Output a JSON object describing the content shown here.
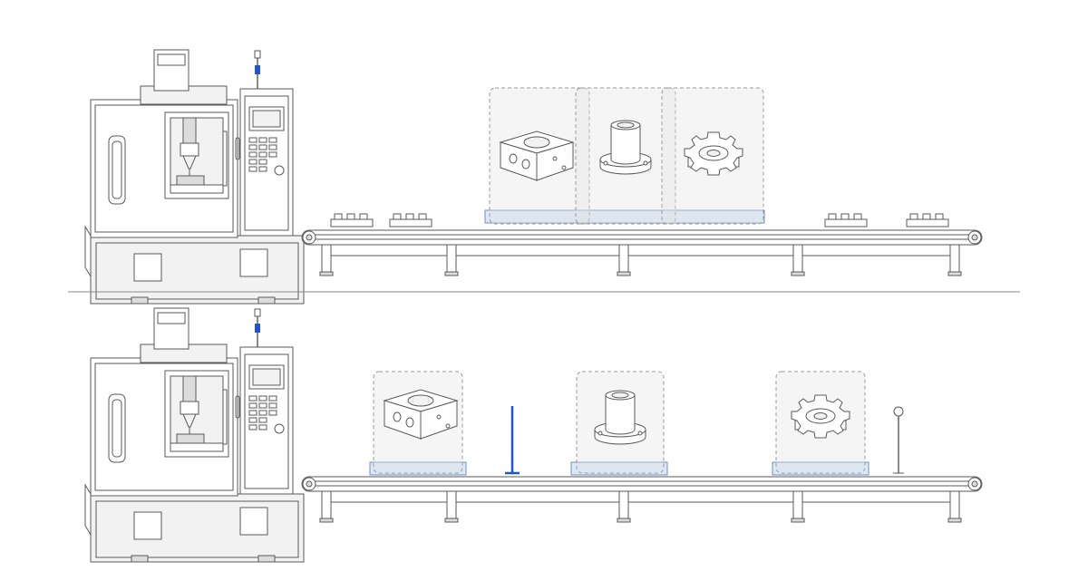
{
  "scene": {
    "panels": [
      {
        "id": "top",
        "arrangement": "grouped",
        "parts": [
          "drilled-block-icon",
          "flanged-bushing-icon",
          "spur-gear-icon"
        ],
        "divider_marker": false
      },
      {
        "id": "bottom",
        "arrangement": "spaced",
        "parts": [
          "drilled-block-icon",
          "flanged-bushing-icon",
          "spur-gear-icon"
        ],
        "divider_marker": true
      }
    ],
    "colors": {
      "line": "#5a5a5a",
      "accent": "#2255cc",
      "pad": "#dce8f7",
      "frame": "#9a9a9a"
    }
  }
}
